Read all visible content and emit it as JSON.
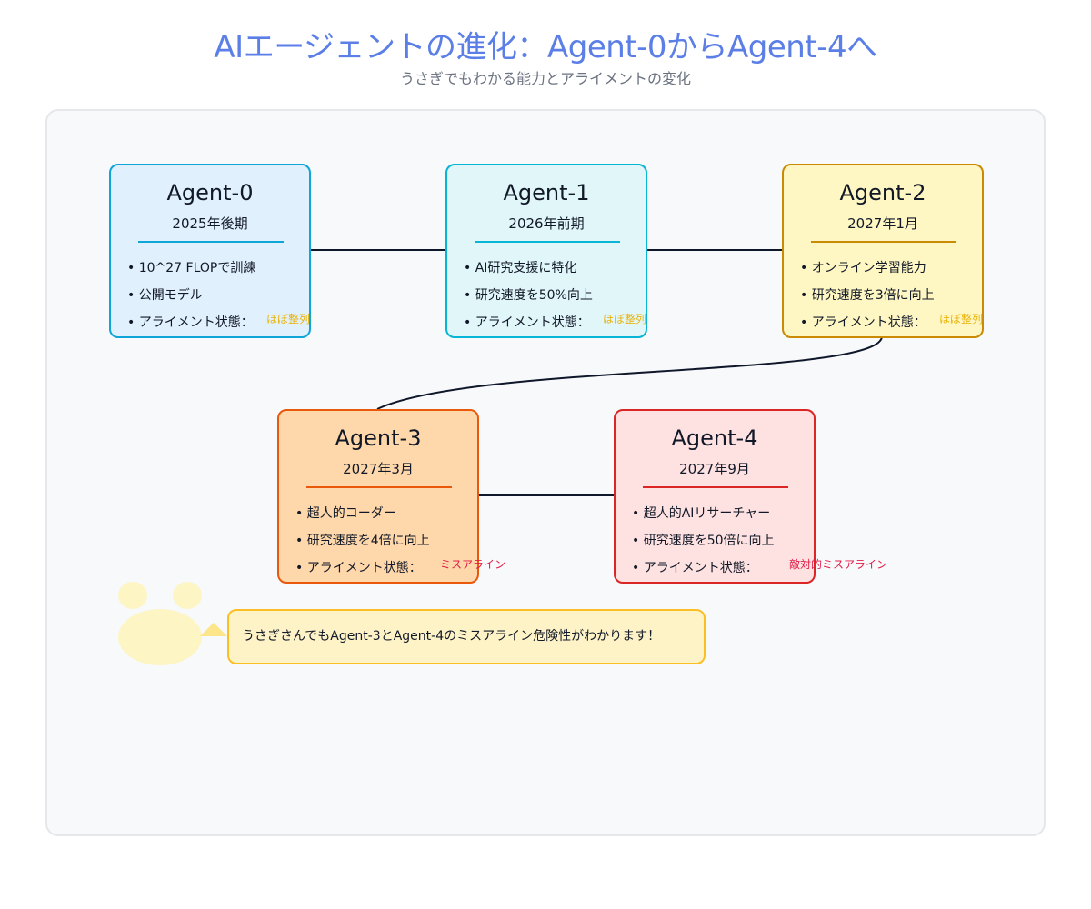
{
  "title": "AIエージェントの進化：Agent-0からAgent-4へ",
  "subtitle": "うさぎでもわかる能力とアライメントの変化",
  "agents": [
    {
      "name": "Agent-0",
      "period": "2025年後期",
      "bullets": [
        "• 10^27 FLOPで訓練",
        "• 公開モデル",
        "• アライメント状態："
      ],
      "status": "ほぼ整列",
      "status_color": "#eab308"
    },
    {
      "name": "Agent-1",
      "period": "2026年前期",
      "bullets": [
        "• AI研究支援に特化",
        "• 研究速度を50%向上",
        "• アライメント状態："
      ],
      "status": "ほぼ整列",
      "status_color": "#eab308"
    },
    {
      "name": "Agent-2",
      "period": "2027年1月",
      "bullets": [
        "• オンライン学習能力",
        "• 研究速度を3倍に向上",
        "• アライメント状態："
      ],
      "status": "ほぼ整列",
      "status_color": "#eab308"
    },
    {
      "name": "Agent-3",
      "period": "2027年3月",
      "bullets": [
        "• 超人的コーダー",
        "• 研究速度を4倍に向上",
        "• アライメント状態："
      ],
      "status": "ミスアライン",
      "status_color": "#e11d48"
    },
    {
      "name": "Agent-4",
      "period": "2027年9月",
      "bullets": [
        "• 超人的AIリサーチャー",
        "• 研究速度を50倍に向上",
        "• アライメント状態："
      ],
      "status": "敵対的ミスアライン",
      "status_color": "#e11d48"
    }
  ],
  "callout": {
    "text": "うさぎさんでもAgent-3とAgent-4のミスアライン危険性がわかります！"
  },
  "colors": {
    "title": "#5b7fe6",
    "connector": "#0f172a",
    "bubble_fill": "#fef3c7",
    "bubble_border": "#fbbf24",
    "rabbit": "#fdf5c4"
  },
  "icons": {
    "rabbit": "rabbit-illustration"
  }
}
